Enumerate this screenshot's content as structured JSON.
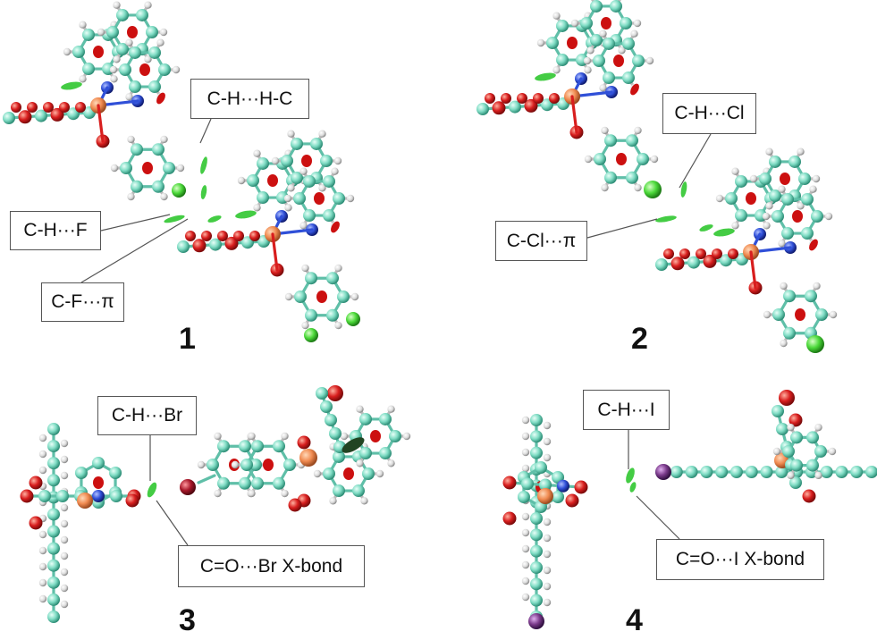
{
  "panels": [
    {
      "number": "1",
      "labels": [
        "C-H···H-C",
        "C-H···F",
        "C-F···π"
      ],
      "halogen_color": "#4cd93a"
    },
    {
      "number": "2",
      "labels": [
        "C-H···Cl",
        "C-Cl···π"
      ],
      "halogen_color": "#4cd93a"
    },
    {
      "number": "3",
      "labels": [
        "C-H···Br",
        "C=O···Br X-bond"
      ],
      "halogen_color": "#a8182a"
    },
    {
      "number": "4",
      "labels": [
        "C-H···I",
        "C=O···I X-bond"
      ],
      "halogen_color": "#7a3a8a"
    }
  ],
  "colors": {
    "carbon": "#7fdcc4",
    "oxygen": "#d81e1e",
    "nitrogen": "#3050d8",
    "hydrogen": "#e8e8e8",
    "metal": "#f08a50",
    "nci_green": "#33cc33"
  }
}
